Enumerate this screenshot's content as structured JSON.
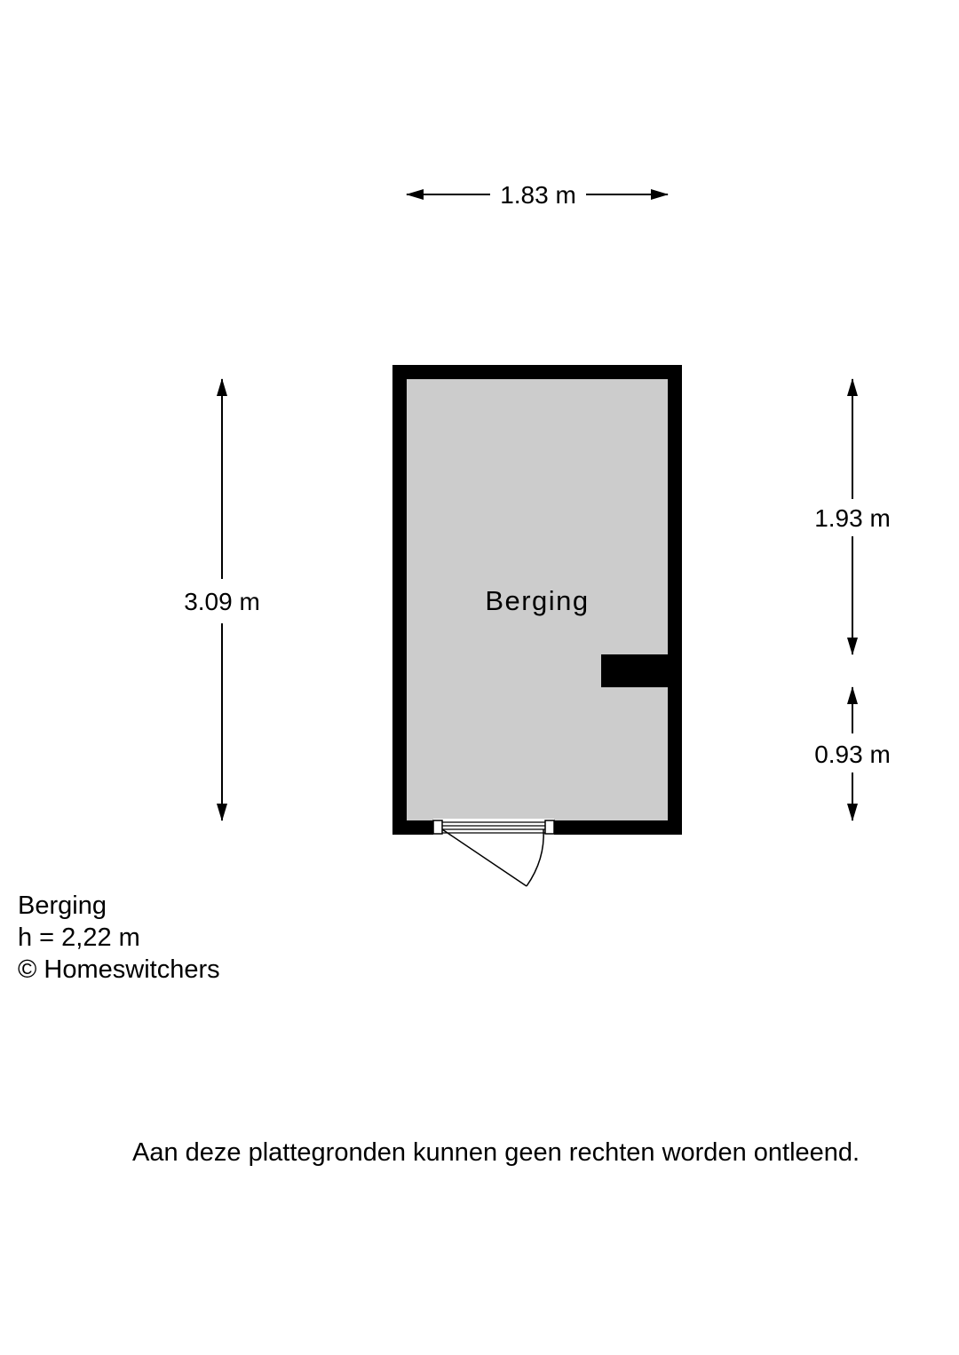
{
  "floorplan": {
    "room_label": "Berging",
    "dimensions": {
      "width": "1.83 m",
      "height_total": "3.09 m",
      "right_upper": "1.93 m",
      "right_lower": "0.93 m"
    }
  },
  "info": {
    "room_name": "Berging",
    "ceiling_height": "h = 2,22 m",
    "copyright": "© Homeswitchers"
  },
  "disclaimer": "Aan deze plattegronden kunnen geen rechten worden ontleend.",
  "colors": {
    "wall": "#000000",
    "floor": "#cccccc",
    "background": "#ffffff"
  }
}
